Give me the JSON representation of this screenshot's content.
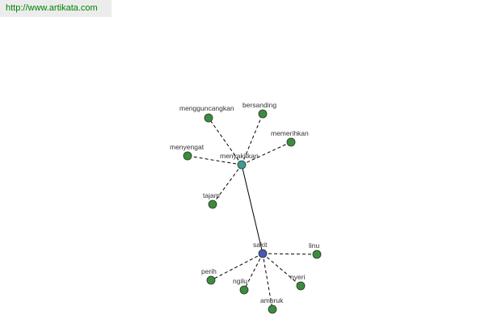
{
  "banner": {
    "url_text": "http://www.artikata.com"
  },
  "colors": {
    "leaf_node": "#3f8a3f",
    "hub_node_primary": "#3f9b9b",
    "hub_node_secondary": "#4a55b8",
    "node_stroke": "#1e3d1e",
    "edge": "#000000"
  },
  "graph": {
    "nodes": [
      {
        "id": "menyakitkan",
        "label": "menyakitkan",
        "type": "hub-primary"
      },
      {
        "id": "sakit",
        "label": "sakit",
        "type": "hub-secondary"
      },
      {
        "id": "mengguncangkan",
        "label": "mengguncangkan",
        "type": "leaf"
      },
      {
        "id": "bersanding",
        "label": "bersanding",
        "type": "leaf"
      },
      {
        "id": "memerihkan",
        "label": "memerihkan",
        "type": "leaf"
      },
      {
        "id": "menyengat",
        "label": "menyengat",
        "type": "leaf"
      },
      {
        "id": "tajam",
        "label": "tajam",
        "type": "leaf"
      },
      {
        "id": "linu",
        "label": "linu",
        "type": "leaf"
      },
      {
        "id": "perih",
        "label": "perih",
        "type": "leaf"
      },
      {
        "id": "ngilu",
        "label": "ngilu",
        "type": "leaf"
      },
      {
        "id": "nyeri",
        "label": "nyeri",
        "type": "leaf"
      },
      {
        "id": "ambruk",
        "label": "ambruk",
        "type": "leaf"
      }
    ],
    "edges": [
      {
        "from": "menyakitkan",
        "to": "sakit",
        "style": "solid"
      },
      {
        "from": "menyakitkan",
        "to": "mengguncangkan",
        "style": "dashed"
      },
      {
        "from": "menyakitkan",
        "to": "bersanding",
        "style": "dashed"
      },
      {
        "from": "menyakitkan",
        "to": "memerihkan",
        "style": "dashed"
      },
      {
        "from": "menyakitkan",
        "to": "menyengat",
        "style": "dashed"
      },
      {
        "from": "menyakitkan",
        "to": "tajam",
        "style": "dashed"
      },
      {
        "from": "sakit",
        "to": "linu",
        "style": "dashed"
      },
      {
        "from": "sakit",
        "to": "perih",
        "style": "dashed"
      },
      {
        "from": "sakit",
        "to": "ngilu",
        "style": "dashed"
      },
      {
        "from": "sakit",
        "to": "nyeri",
        "style": "dashed"
      },
      {
        "from": "sakit",
        "to": "ambruk",
        "style": "dashed"
      }
    ]
  }
}
